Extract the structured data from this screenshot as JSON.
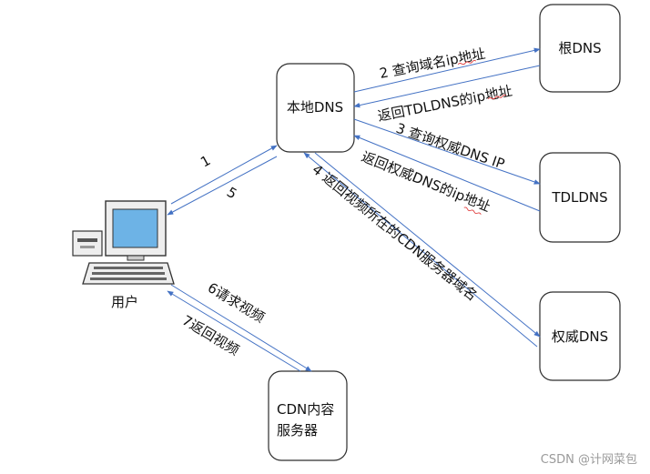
{
  "nodes": {
    "local_dns": "本地DNS",
    "root_dns": "根DNS",
    "tld_dns": "TDLDNS",
    "auth_dns": "权威DNS",
    "user": "用户",
    "cdn_line1": "CDN内容",
    "cdn_line2": "服务器"
  },
  "edges": {
    "query_root": "2 查询域名ip地址",
    "return_tld_ip": "返回TDLDNS的ip地址",
    "query_auth": "3 查询权威DNS IP",
    "return_auth_ip": "返回权威DNS的ip地址",
    "return_cdn_domain": "4 返回视频所在的CDN服务器域名",
    "step1": "1",
    "step5": "5",
    "request_video": "6请求视频",
    "return_video": "7返回视频"
  },
  "watermark": "CSDN @计网菜包",
  "colors": {
    "arrow": "#4472c4",
    "box_border": "#2d2d2d",
    "squiggle": "#e03c3c",
    "monitor_screen": "#6db3e6"
  },
  "icons": {
    "user": "computer-icon"
  }
}
